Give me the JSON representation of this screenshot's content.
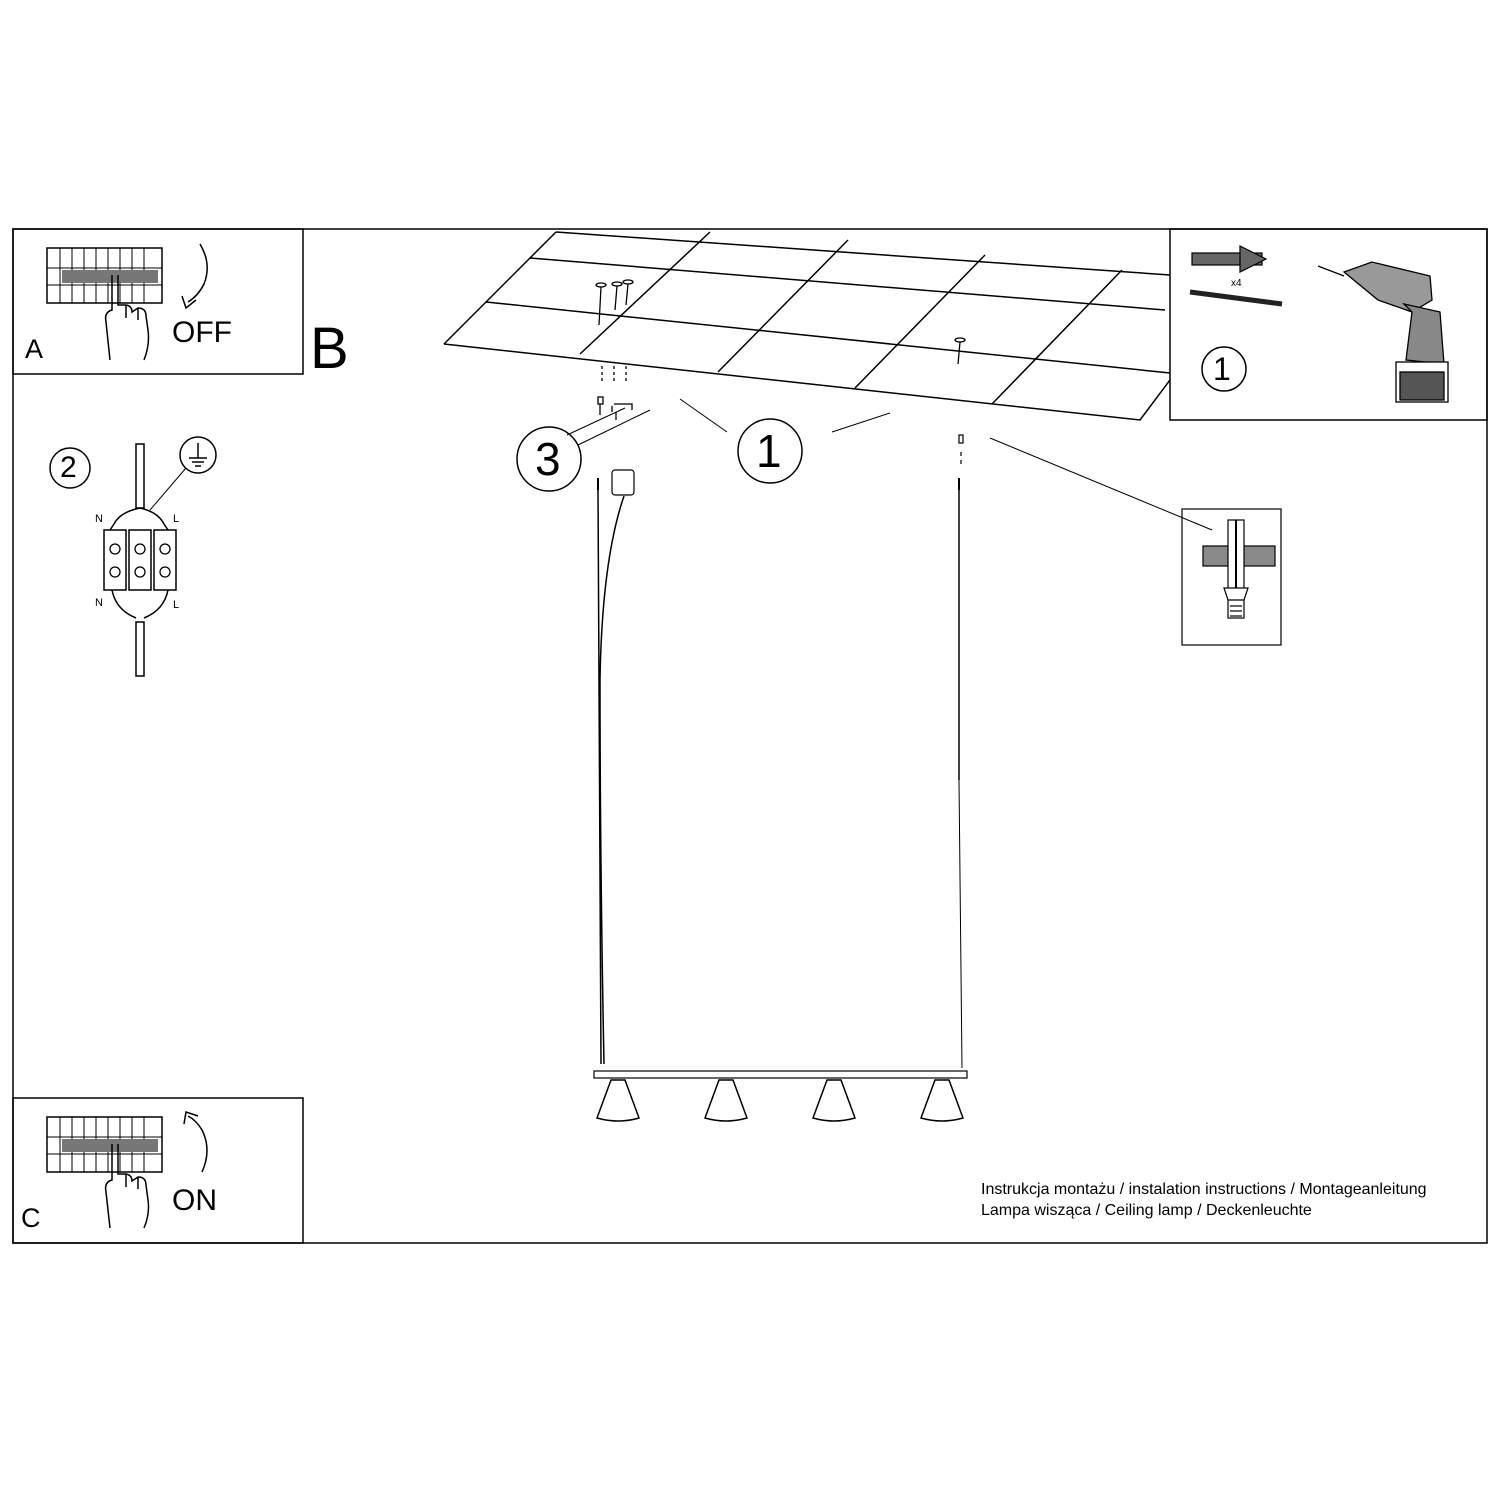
{
  "panels": {
    "a": {
      "letter": "A",
      "action": "OFF"
    },
    "b": {
      "letter": "B"
    },
    "c": {
      "letter": "C",
      "action": "ON"
    }
  },
  "callouts": {
    "wiring_step": "2",
    "hardware_step": "1",
    "screw_callout": "1",
    "canopy_callout": "3"
  },
  "wiring_labels": {
    "neutral": "N",
    "live": "L"
  },
  "hardware": {
    "quantity": "x4"
  },
  "footer": {
    "line1": "Instrukcja montażu / instalation instructions / Montageanleitung",
    "line2": "Lampa wisząca / Ceiling lamp / Deckenleuchte"
  }
}
